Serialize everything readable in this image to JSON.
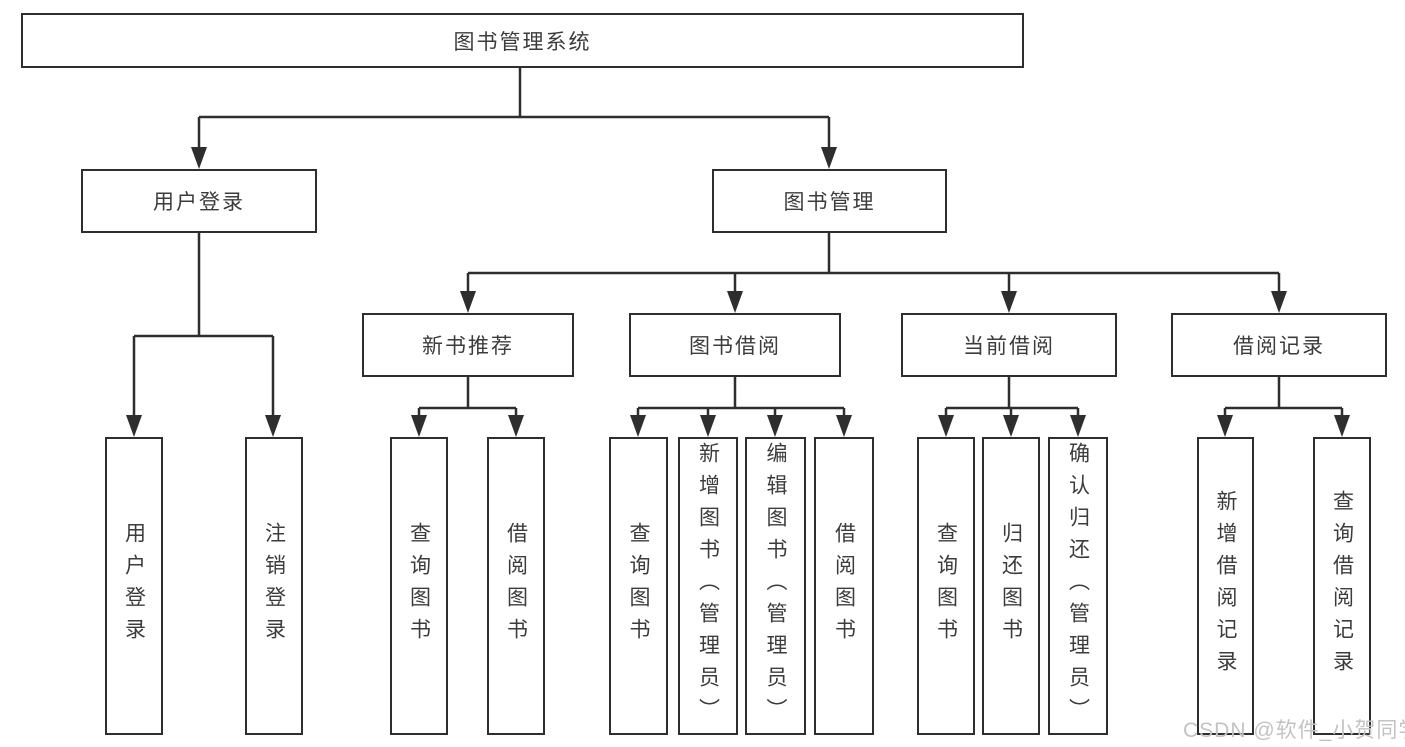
{
  "diagram": {
    "root": {
      "label": "图书管理系统"
    },
    "level2": [
      {
        "label": "用户登录"
      },
      {
        "label": "图书管理"
      }
    ],
    "level3": [
      {
        "label": "新书推荐"
      },
      {
        "label": "图书借阅"
      },
      {
        "label": "当前借阅"
      },
      {
        "label": "借阅记录"
      }
    ],
    "leaves": {
      "user_login": [
        {
          "label": "用户登录"
        },
        {
          "label": "注销登录"
        }
      ],
      "new_book": [
        {
          "label": "查询图书"
        },
        {
          "label": "借阅图书"
        }
      ],
      "book_borrow": [
        {
          "label": "查询图书"
        },
        {
          "label": "新增图书（管理员）"
        },
        {
          "label": "编辑图书（管理员）"
        },
        {
          "label": "借阅图书"
        }
      ],
      "current_borrow": [
        {
          "label": "查询图书"
        },
        {
          "label": "归还图书"
        },
        {
          "label": "确认归还（管理员）"
        }
      ],
      "borrow_record": [
        {
          "label": "新增借阅记录"
        },
        {
          "label": "查询借阅记录"
        }
      ]
    },
    "colors": {
      "line": "#2e2e2e",
      "text": "#3c3c3c",
      "watermark": "#c3c3c3",
      "background": "#ffffff"
    }
  },
  "watermark": {
    "text": "CSDN @软件_小贺同学"
  }
}
